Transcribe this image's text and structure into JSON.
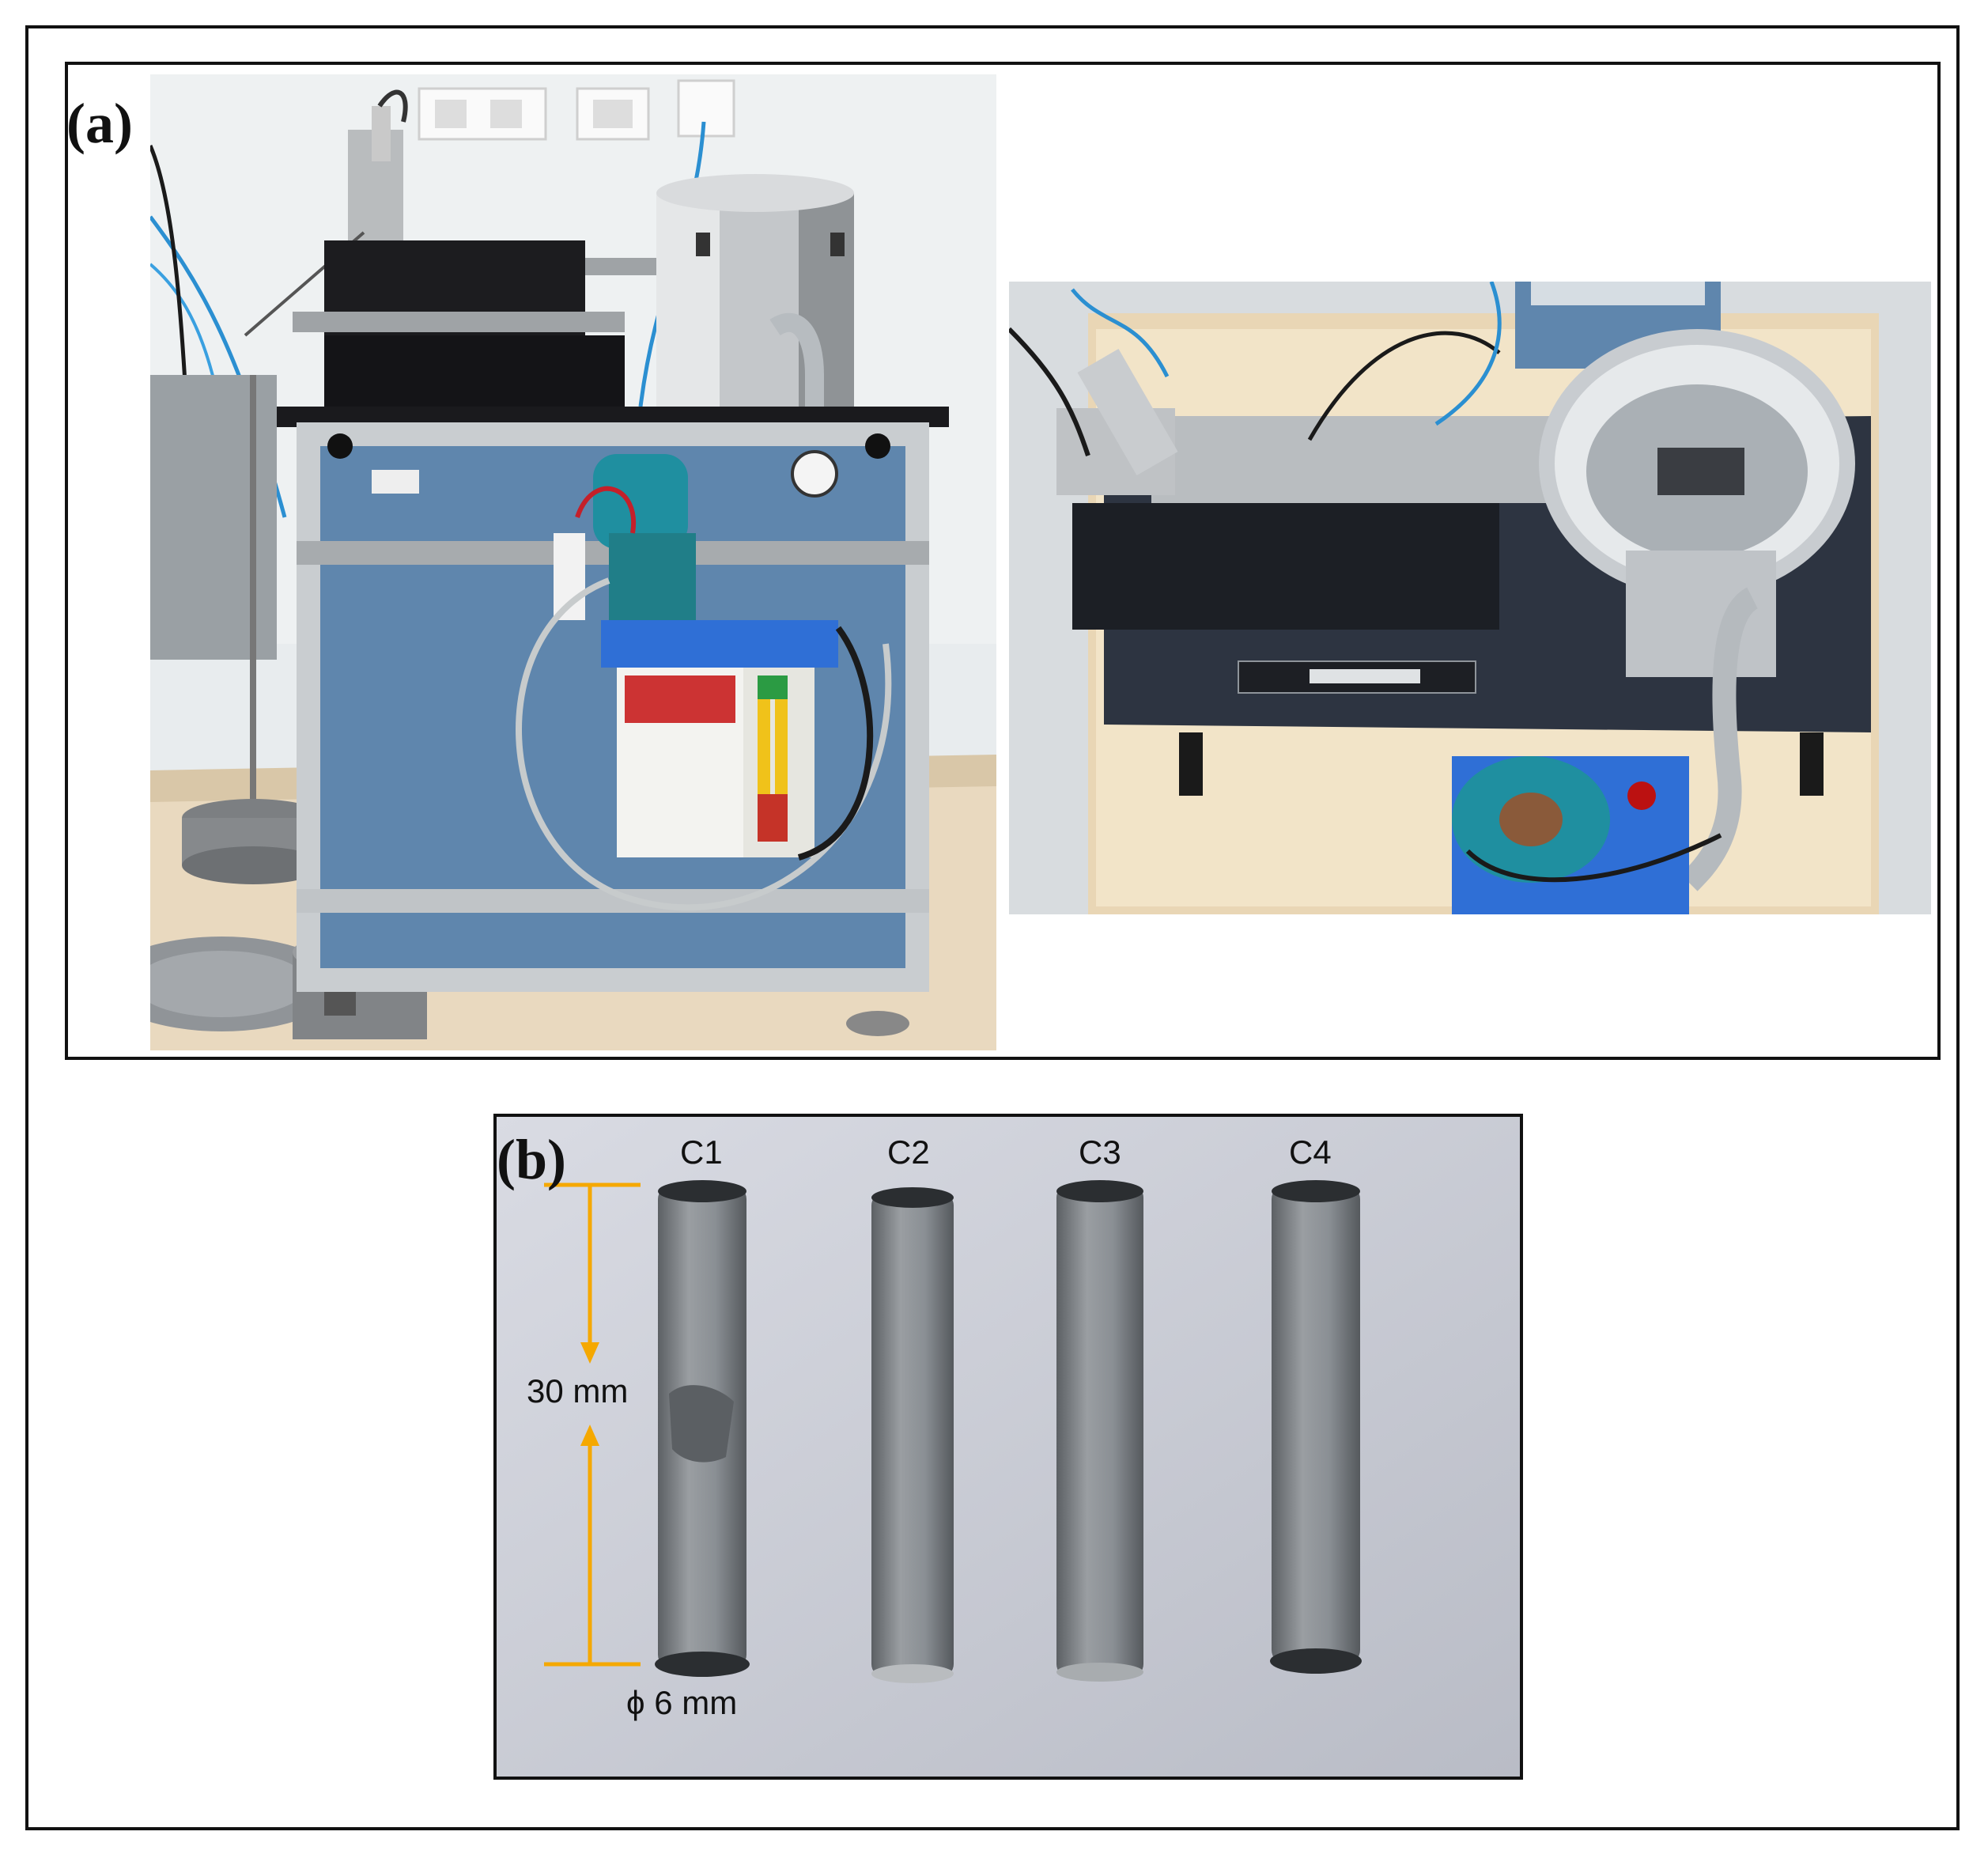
{
  "panel_a": {
    "label": "(a)"
  },
  "panel_b": {
    "label": "(b)",
    "specimens": [
      "C1",
      "C2",
      "C3",
      "C4"
    ],
    "length_dim": "30 mm",
    "diameter_dim": "ϕ 6 mm"
  },
  "colors": {
    "dimension_arrow": "#f5a800",
    "cabinet_blue": "#5f86ad",
    "motor_teal": "#1f8fa0",
    "rod_gray": "#8a8f94"
  }
}
